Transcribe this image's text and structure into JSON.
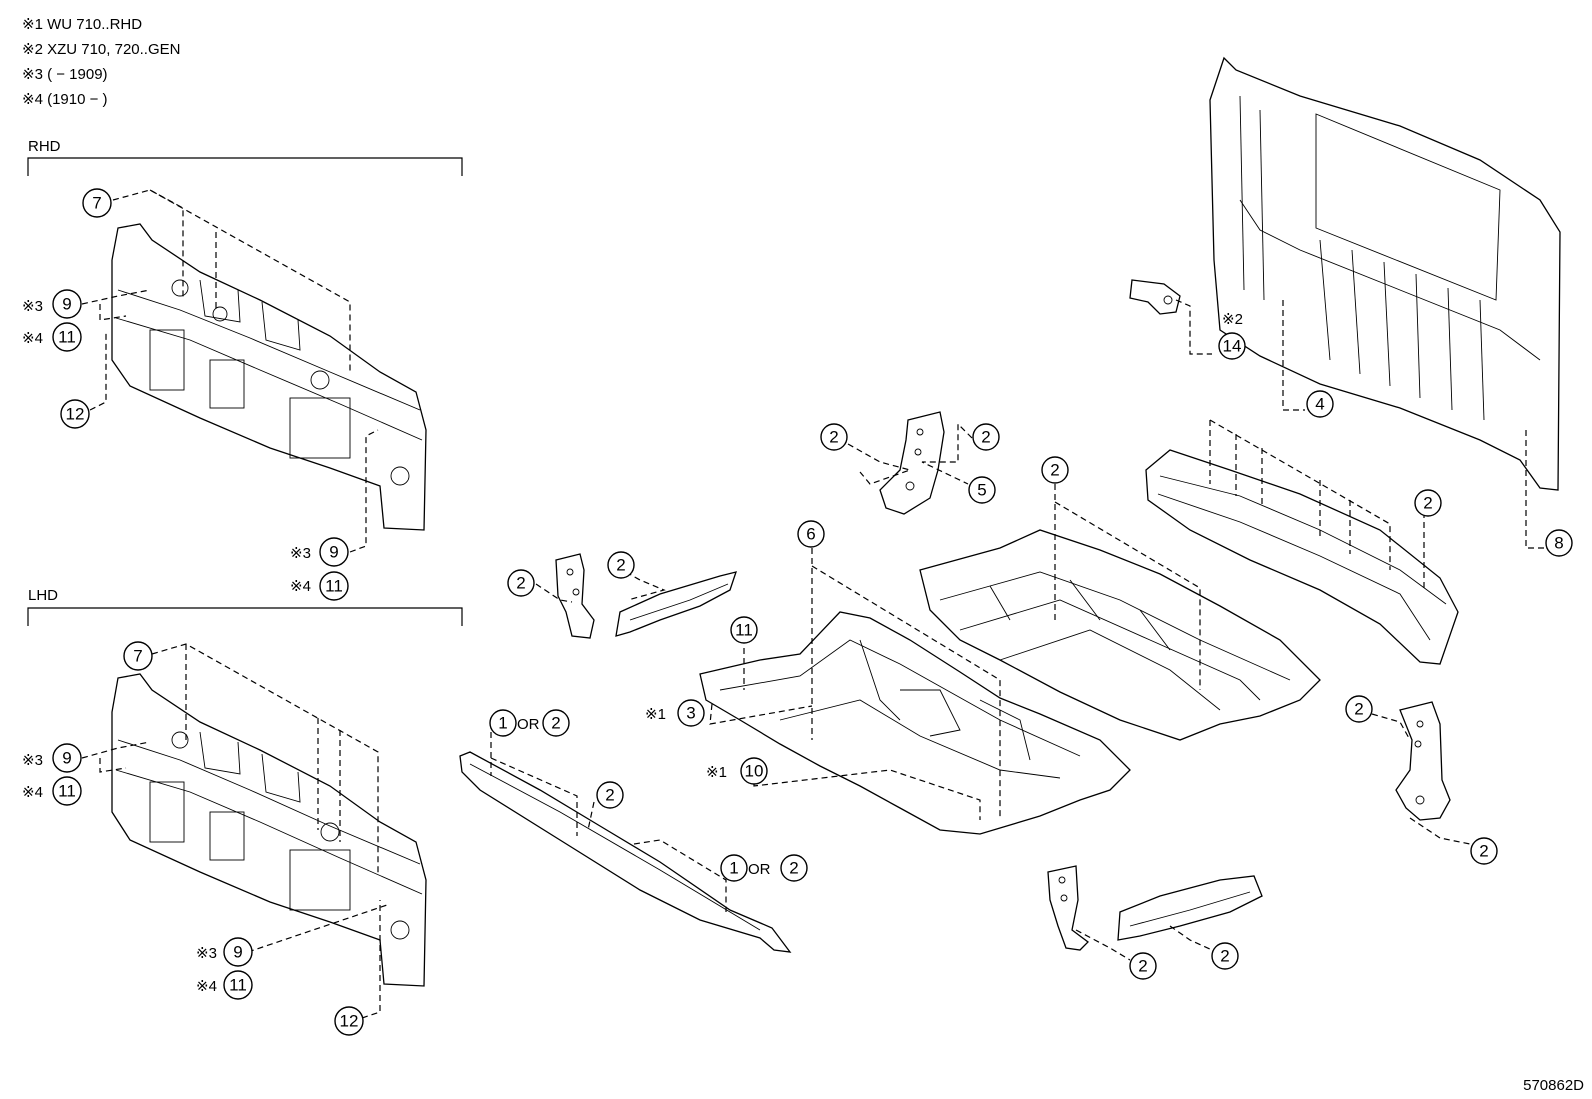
{
  "notes": [
    "※1 WU 710..RHD",
    "※2 XZU 710, 720..GEN",
    "※3 (        − 1909)",
    "※4 (1910 −        )"
  ],
  "sections": {
    "rhd": "RHD",
    "lhd": "LHD"
  },
  "callouts": {
    "c1": "1",
    "c2": "2",
    "c3": "3",
    "c4": "4",
    "c5": "5",
    "c6": "6",
    "c7": "7",
    "c8": "8",
    "c9": "9",
    "c10": "10",
    "c11": "11",
    "c12": "12",
    "c14": "14"
  },
  "prefix": {
    "n1": "※1",
    "n2": "※2",
    "n3": "※3",
    "n4": "※4"
  },
  "or_label": "OR",
  "diagram_code": "570862D"
}
